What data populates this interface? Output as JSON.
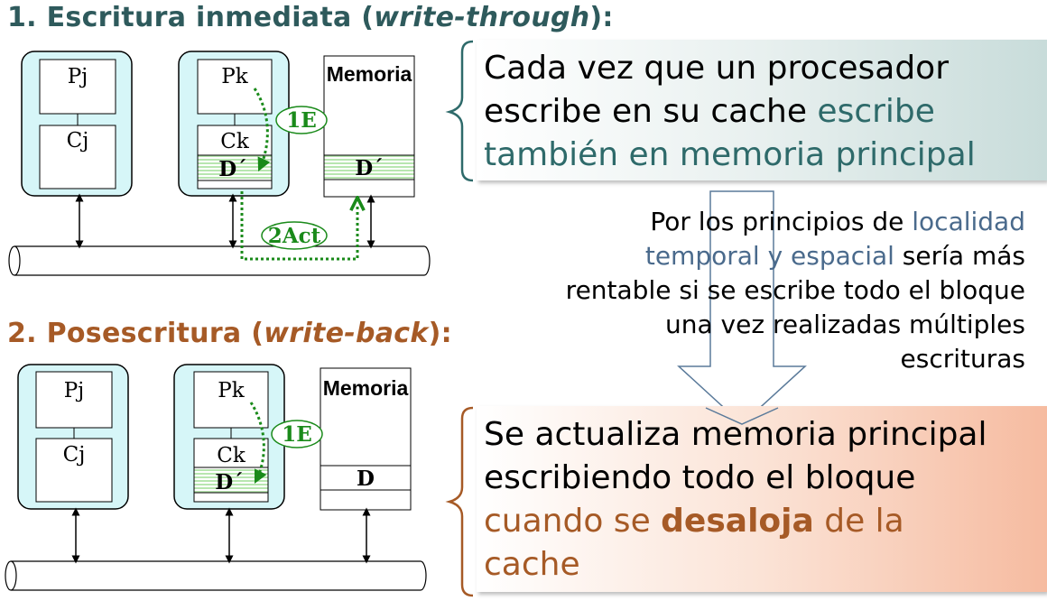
{
  "section1": {
    "title_prefix": "1. Escritura inmediata (",
    "title_term": "write-through",
    "title_suffix": "):",
    "proc_left": "Pj",
    "cache_left": "Cj",
    "proc_right": "Pk",
    "cache_right": "Ck",
    "cache_line": "D´",
    "memory_label": "Memoria",
    "memory_line": "D´",
    "step1": "1E",
    "step2": "2Act"
  },
  "section2": {
    "title_prefix": "2. Posescritura (",
    "title_term": "write-back",
    "title_suffix": "):",
    "proc_left": "Pj",
    "cache_left": "Cj",
    "proc_right": "Pk",
    "cache_right": "Ck",
    "cache_line": "D´",
    "memory_label": "Memoria",
    "memory_line": "D",
    "step1": "1E"
  },
  "box1": {
    "line1": "Cada vez que un procesador",
    "line2_plain": "escribe en su cache ",
    "line2_accent": "escribe",
    "line3_accent": "también en memoria principal"
  },
  "middle": {
    "line1_plain": "Por los principios de ",
    "line1_accent": "localidad",
    "line2_accent": "temporal y espacial",
    "line2_plain": " sería más",
    "line3": "rentable si se escribe todo el bloque",
    "line4": "una vez realizadas múltiples",
    "line5": "escrituras"
  },
  "box2": {
    "line1": "Se actualiza memoria principal",
    "line2": "escribiendo todo el bloque",
    "line3_accent": "cuando se ",
    "line3_bold": "desaloja",
    "line3_accent2": " de la",
    "line4_accent": "cache"
  },
  "colors": {
    "teal_title": "#2e5a5c",
    "brown_title": "#a65a26",
    "node_fill": "#d6f6f8",
    "arrow_green": "#1a8a1a"
  }
}
